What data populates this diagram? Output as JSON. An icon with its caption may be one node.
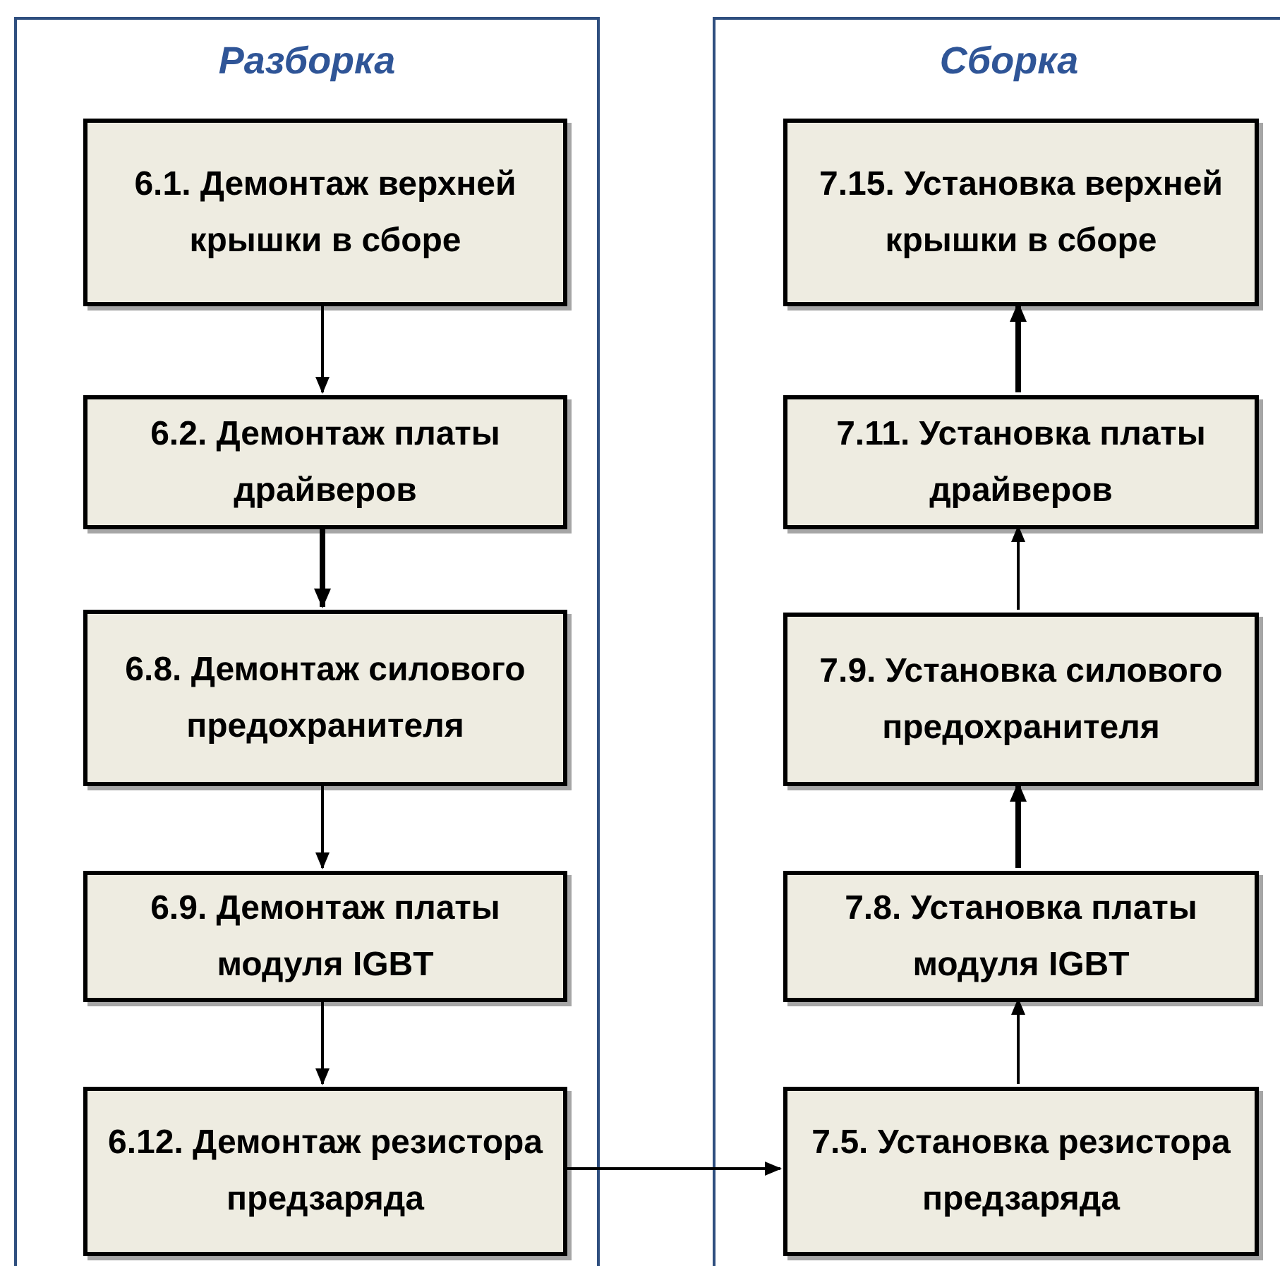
{
  "diagram": {
    "nodes": [
      {
        "text": [
          "Разборка"
        ]
      },
      {
        "text": [
          "6.1. Демонтаж верхней крышки в сборе"
        ],
        "in": 0
      },
      {
        "text": [
          "6.2. Демонтаж платы драйверов"
        ],
        "in": 0
      },
      {
        "text": [
          "6.8. Демонтаж силового предохранителя"
        ],
        "in": 0
      },
      {
        "text": [
          "6.9. Демонтаж платы модуля IGBT"
        ],
        "in": 0
      },
      {
        "text": [
          "6.12. Демонтаж резистора предзаряда"
        ],
        "in": 0
      },
      {
        "text": [
          "Сборка"
        ]
      },
      {
        "text": [
          "7.15. Установка верхней крышки в сборе"
        ],
        "in": 6
      },
      {
        "text": [
          "7.11. Установка платы драйверов"
        ],
        "in": 6
      },
      {
        "text": [
          "7.9. Установка силового предохранителя"
        ],
        "in": 6
      },
      {
        "text": [
          "7.8. Установка платы модуля IGBT"
        ],
        "in": 6
      },
      {
        "text": [
          "7.5. Установка резистора предзаряда"
        ],
        "in": 6
      }
    ],
    "edges": [
      {
        "from": 1,
        "to": 2,
        "arrow": "to"
      },
      {
        "from": 2,
        "to": 3,
        "arrow": "to",
        "style": "thick"
      },
      {
        "from": 3,
        "to": 4,
        "arrow": "to"
      },
      {
        "from": 4,
        "to": 5,
        "arrow": "to"
      },
      {
        "from": 5,
        "to": 11,
        "arrow": "to"
      },
      {
        "from": 11,
        "to": 10,
        "arrow": "to"
      },
      {
        "from": 10,
        "to": 9,
        "arrow": "to",
        "style": "thick"
      },
      {
        "from": 9,
        "to": 8,
        "arrow": "to"
      },
      {
        "from": 8,
        "to": 7,
        "arrow": "to",
        "style": "thick"
      }
    ]
  }
}
